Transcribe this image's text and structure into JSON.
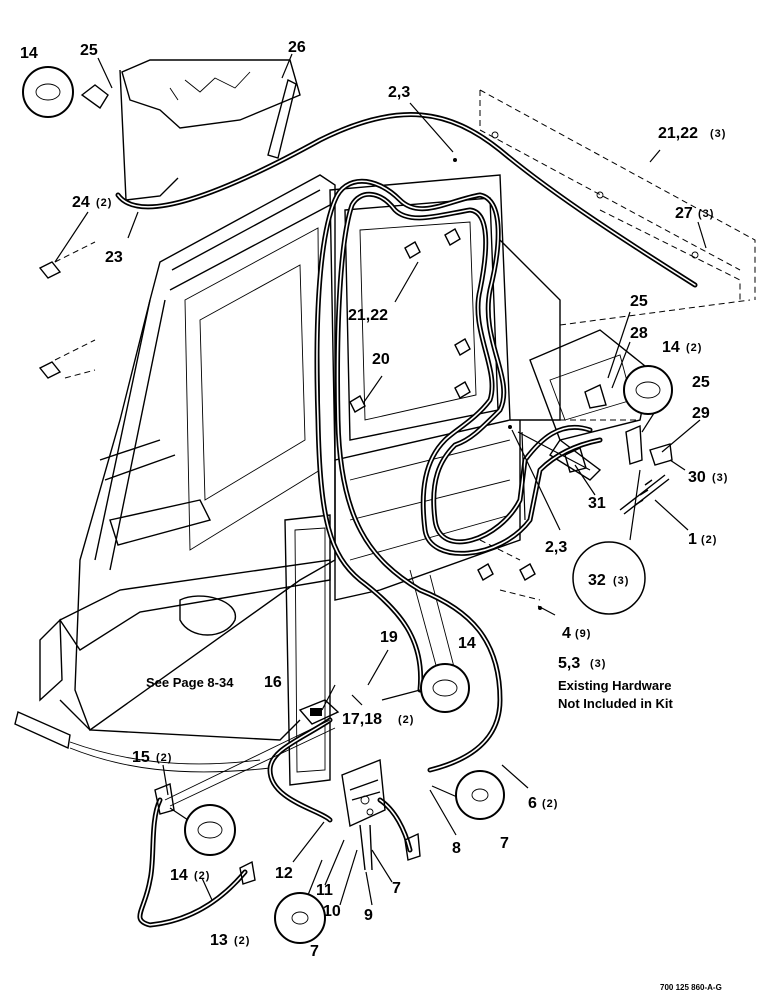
{
  "callouts": {
    "c14_top_left": "14",
    "c25_top_left": "25",
    "c26": "26",
    "c23": "23",
    "c24": "24",
    "c24_qty": "(2)",
    "c2_3_top": "2,3",
    "c21_22_top": "21,22",
    "c21_22_top_qty": "(3)",
    "c27": "27",
    "c27_qty": "(3)",
    "c21_22_mid": "21,22",
    "c20": "20",
    "c25_right": "25",
    "c28": "28",
    "c14_right": "14",
    "c14_right_qty": "(2)",
    "c25_right2": "25",
    "c29": "29",
    "c30": "30",
    "c30_qty": "(3)",
    "c31": "31",
    "c1": "1",
    "c1_qty": "(2)",
    "c2_3_mid": "2,3",
    "c32": "32",
    "c32_qty": "(3)",
    "c4": "4",
    "c4_qty": "(9)",
    "c5_3": "5,3",
    "c5_3_qty": "(3)",
    "c19": "19",
    "c14_mid": "14",
    "c16": "16",
    "c17_18": "17,18",
    "c17_18_qty": "(2)",
    "c15": "15",
    "c15_qty": "(2)",
    "c14_bottom": "14",
    "c14_bottom_qty": "(2)",
    "c12": "12",
    "c11": "11",
    "c10": "10",
    "c9": "9",
    "c7_a": "7",
    "c7_b": "7",
    "c7_c": "7",
    "c8": "8",
    "c6": "6",
    "c6_qty": "(2)",
    "c13": "13",
    "c13_qty": "(2)"
  },
  "notes": {
    "see_page": "See Page 8-34",
    "existing_1": "Existing Hardware",
    "existing_2": "Not Included in Kit"
  },
  "figure_code": "700 125 860-A-G"
}
